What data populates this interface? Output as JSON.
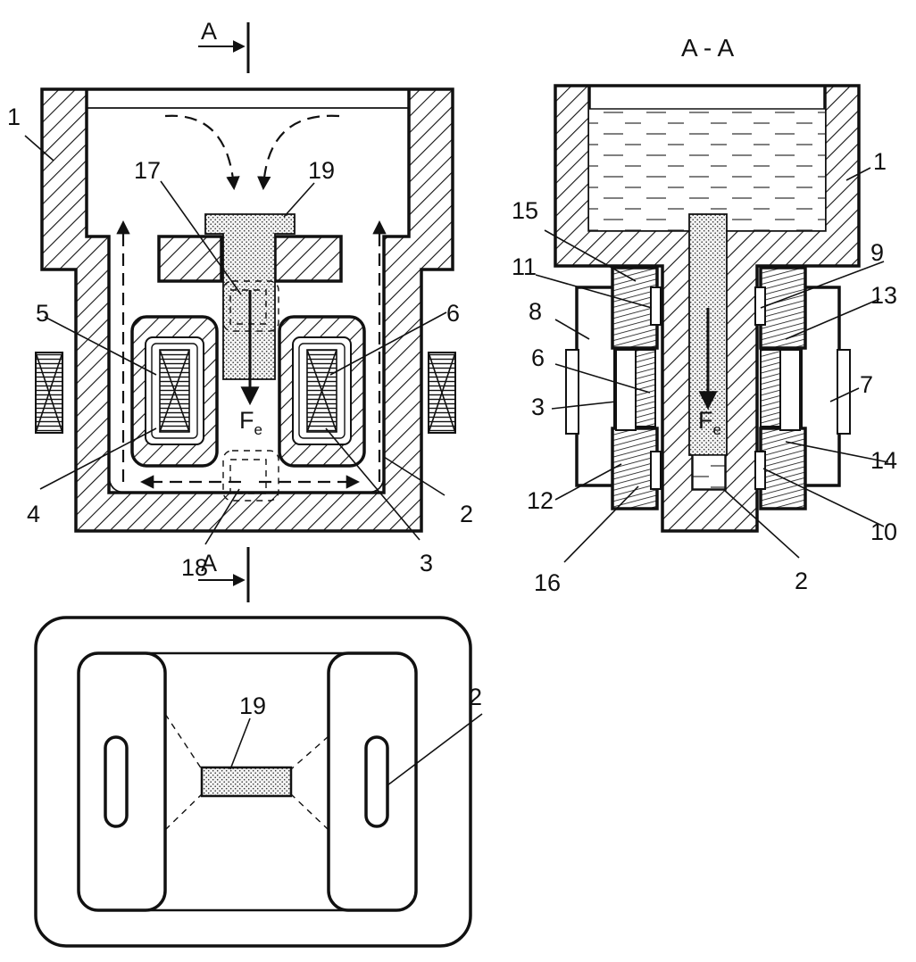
{
  "figure": {
    "section_title": "A - A",
    "section_marker": "A",
    "force_label": "F",
    "force_subscript": "e"
  },
  "front_view": {
    "labels": [
      "1",
      "17",
      "19",
      "5",
      "6",
      "4",
      "2",
      "18",
      "3"
    ]
  },
  "section_view": {
    "labels": [
      "1",
      "15",
      "11",
      "9",
      "8",
      "13",
      "6",
      "7",
      "3",
      "14",
      "12",
      "10",
      "16",
      "2"
    ]
  },
  "plan_view": {
    "labels": [
      "19",
      "2"
    ]
  }
}
